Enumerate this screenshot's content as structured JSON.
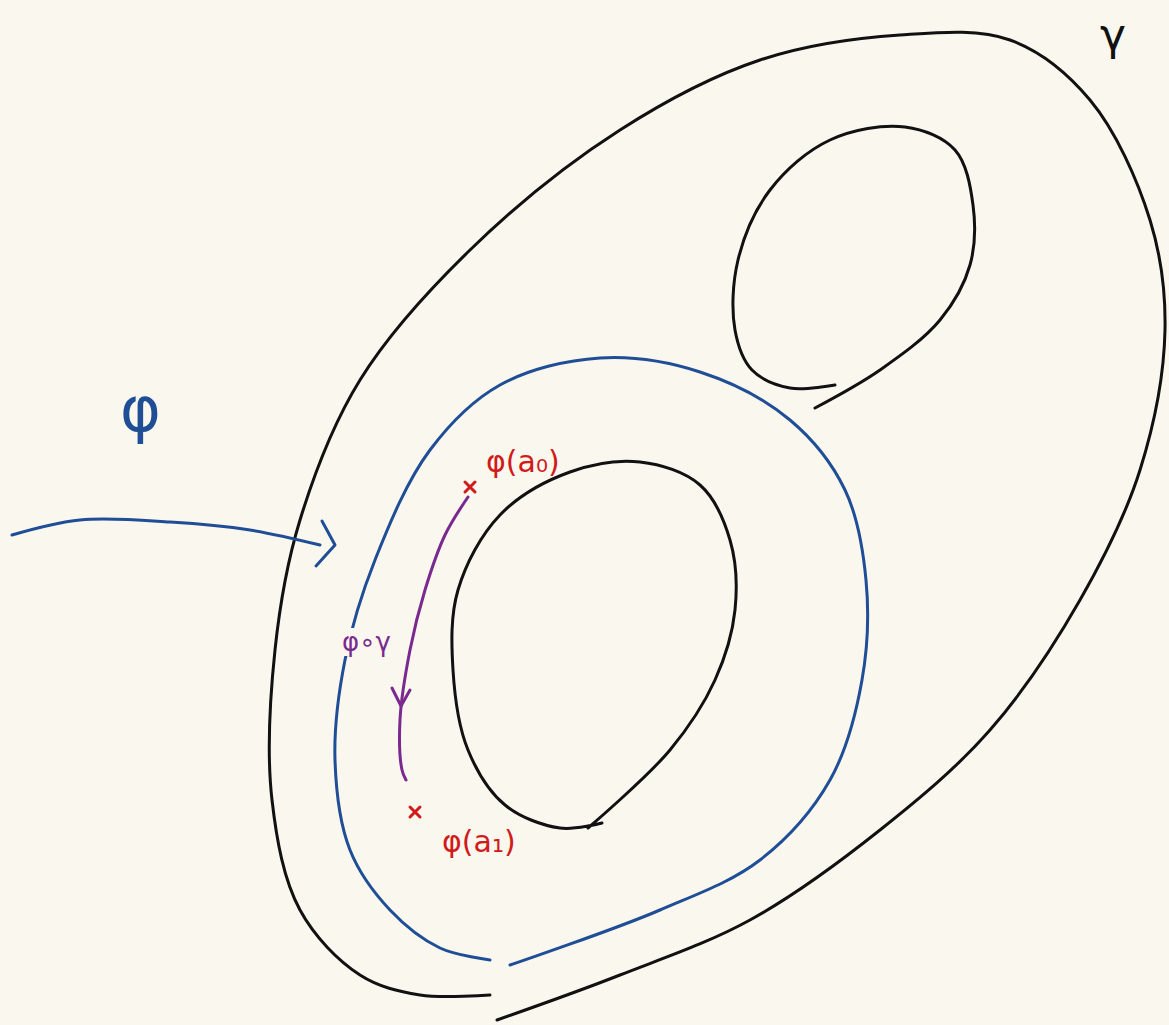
{
  "diagram": {
    "labels": [
      "γ",
      "φ",
      "φ∘γ",
      "φ(a₀)",
      "φ(a₁)"
    ]
  }
}
